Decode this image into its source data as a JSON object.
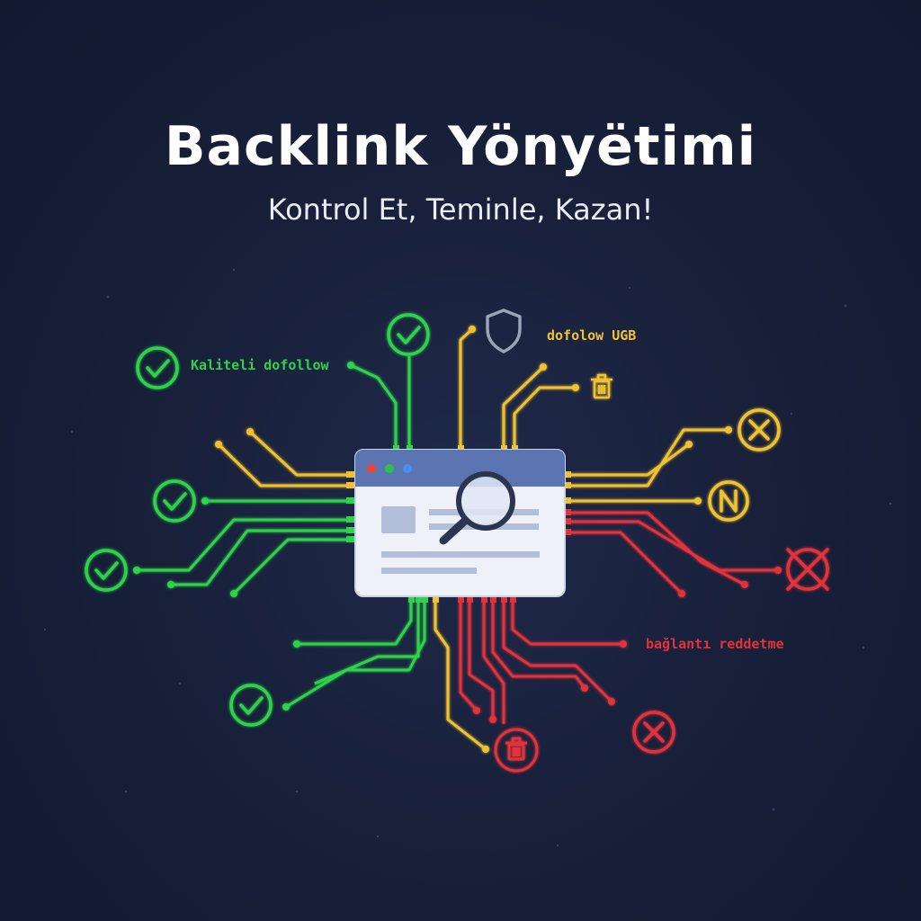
{
  "header": {
    "title": "Backlink Yönyëtimi",
    "subtitle": "Kontrol Et, Teminle, Kazan!"
  },
  "labels": {
    "quality_dofollow": "Kaliteli dofollow",
    "dofollow_ugb": "dofolow UGB",
    "link_reject": "bağlantı reddetme"
  },
  "colors": {
    "background": "#18203a",
    "green": "#2fd34a",
    "yellow": "#f0c232",
    "red": "#e2323a",
    "browser_bar": "#5b74b2"
  },
  "icons": {
    "accepted": "check-circle-icon",
    "protected": "shield-icon",
    "deleted": "trash-icon",
    "rejected": "x-circle-icon",
    "nofollow": "n-circle-icon",
    "blocked": "crossed-circle-icon",
    "search": "magnifier-icon"
  }
}
